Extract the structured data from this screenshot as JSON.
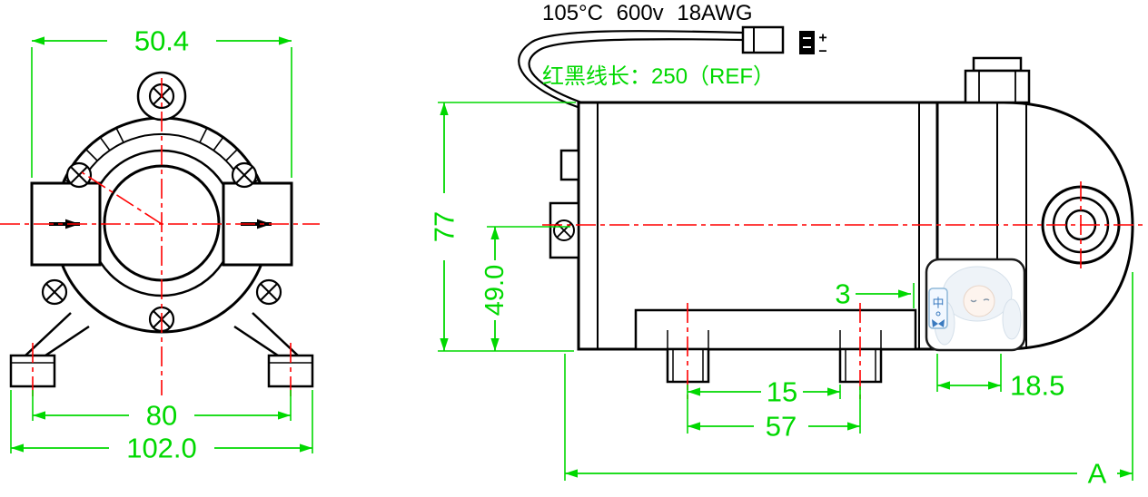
{
  "colors": {
    "dimension_green": "#00d800",
    "centerline_red": "#ff0000",
    "outline_black": "#000000"
  },
  "notes": {
    "cable_spec": "105°C 600v 18AWG",
    "wire_length": "红黑线长：250（REF）"
  },
  "front_view": {
    "dims": {
      "top_width": "50.4",
      "foot_centers": "80",
      "overall_width": "102.0"
    }
  },
  "side_view": {
    "dims": {
      "overall_height": "77",
      "axis_to_base": "49.0",
      "plate_offset": "3",
      "foot_width": "15",
      "foot_centers": "57",
      "rear_offset": "18.5",
      "overall_length": "A"
    }
  },
  "connector": {
    "plus": "+",
    "minus": "−"
  },
  "watermark": {
    "stamp": "中"
  }
}
